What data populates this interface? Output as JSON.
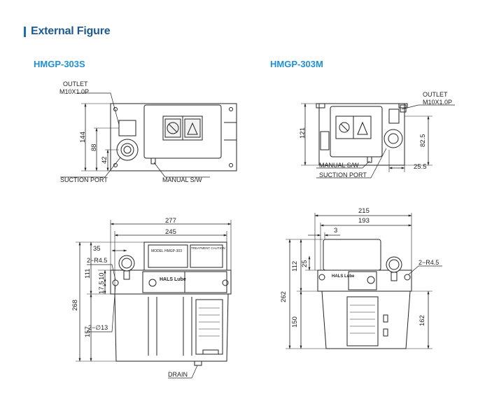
{
  "header": {
    "title": "External Figure",
    "accent": "#1a6fb0"
  },
  "models": {
    "left": "HMGP-303S",
    "right": "HMGP-303M",
    "color": "#1f8fd6"
  },
  "top_left": {
    "outlet": "OUTLET",
    "outlet_spec": "M10X1.0P",
    "suction": "SUCTION PORT",
    "manual": "MANUAL S/W",
    "dim_144": "144",
    "dim_88": "88",
    "dim_42": "42"
  },
  "top_right": {
    "outlet": "OUTLET",
    "outlet_spec": "M10X1.0P",
    "manual": "MANUAL S/W",
    "suction": "SUCTION PORT",
    "dim_121": "121",
    "dim_82_5": "82.5",
    "dim_25_5": "25.5"
  },
  "bottom_left": {
    "dim_277": "277",
    "dim_245": "245",
    "dim_35": "35",
    "r45": "2−R4.5",
    "dim_111": "111",
    "dim_10": "10",
    "dim_17_5": "17.5",
    "dim_268": "268",
    "dim_157": "157",
    "d13": "2−∅13",
    "drain": "DRAIN",
    "brand": "HALS Lube",
    "plate": "MODEL HMGP-303",
    "caution": "TREATMENT CAUTION"
  },
  "bottom_right": {
    "dim_215": "215",
    "dim_193": "193",
    "dim_3": "3",
    "r45": "2−R4.5",
    "dim_112": "112",
    "dim_25": "25",
    "dim_262": "262",
    "dim_150": "150",
    "dim_162": "162",
    "brand": "HALS Lube"
  }
}
